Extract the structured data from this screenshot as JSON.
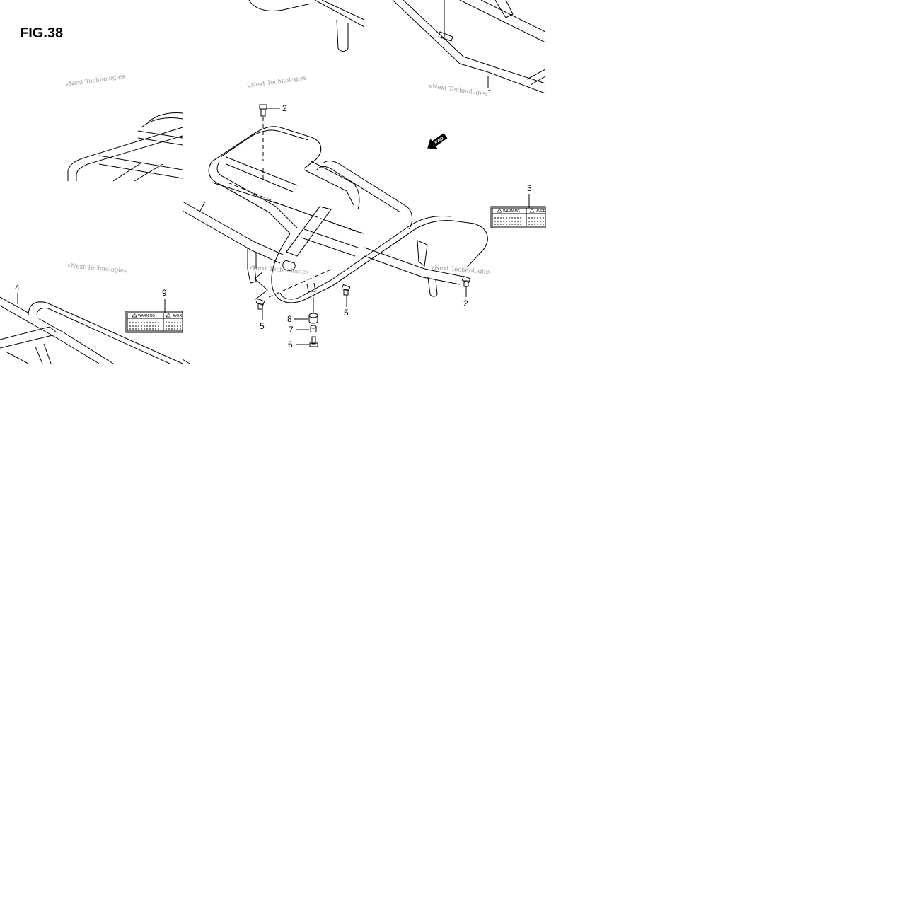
{
  "figure": {
    "title": "FIG.38",
    "watermark": "vNext Technologies",
    "fwd_label": "FWD",
    "label_sticker": {
      "left": "WARNING",
      "right": "AVER"
    }
  },
  "callouts": [
    {
      "id": "c1",
      "text": "1"
    },
    {
      "id": "c2a",
      "text": "2"
    },
    {
      "id": "c2b",
      "text": "2"
    },
    {
      "id": "c3",
      "text": "3"
    },
    {
      "id": "c4",
      "text": "4"
    },
    {
      "id": "c5a",
      "text": "5"
    },
    {
      "id": "c5b",
      "text": "5"
    },
    {
      "id": "c6",
      "text": "6"
    },
    {
      "id": "c7",
      "text": "7"
    },
    {
      "id": "c8",
      "text": "8"
    },
    {
      "id": "c9",
      "text": "9"
    }
  ]
}
